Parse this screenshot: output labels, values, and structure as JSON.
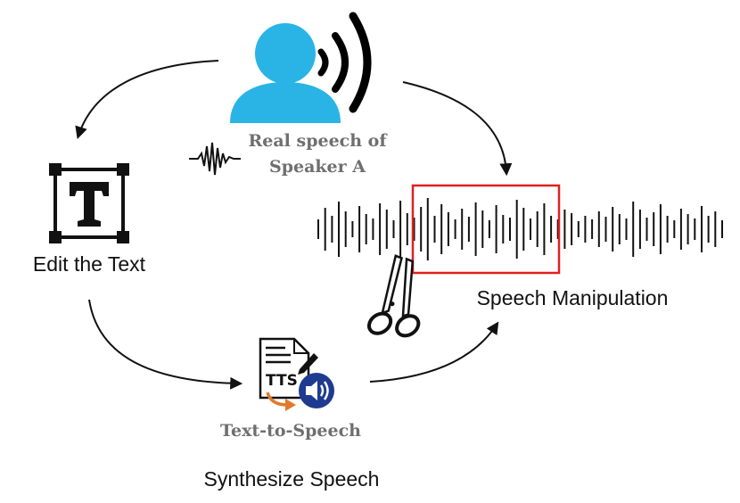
{
  "speaker": {
    "caption_line1": "Real speech of",
    "caption_line2": "Speaker A",
    "icon": "speaking-person-icon",
    "color": "#2ab4e6"
  },
  "edit": {
    "label": "Edit the Text",
    "icon": "text-box-T-icon"
  },
  "manipulation": {
    "label": "Speech Manipulation",
    "highlight_color": "#e02020",
    "icon": "scissors-icon"
  },
  "tts": {
    "icon_text": "TTS",
    "caption": "Text-to-Speech",
    "icon": "tts-document-speaker-icon",
    "speaker_color": "#1f3b8f",
    "arrow_color": "#e07a2a"
  },
  "synthesize": {
    "label": "Synthesize Speech"
  }
}
